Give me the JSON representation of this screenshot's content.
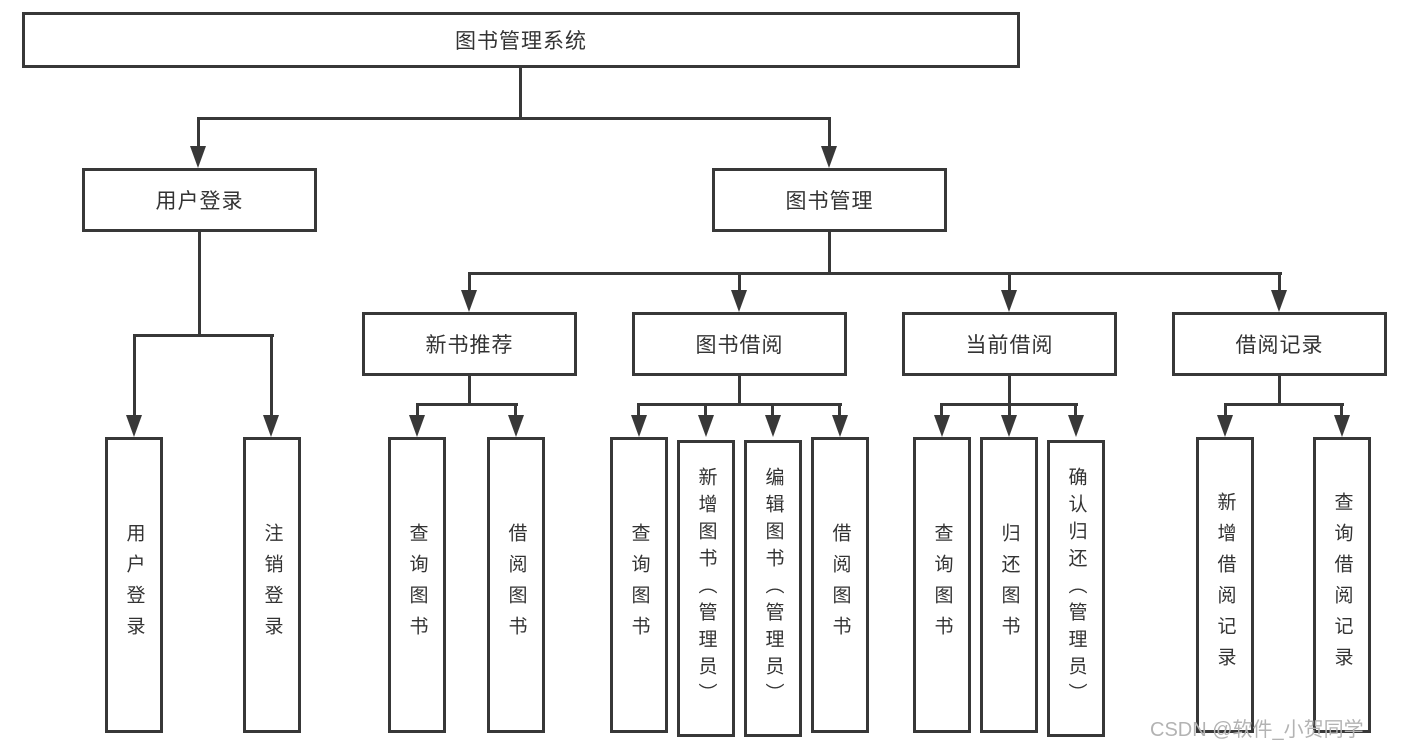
{
  "diagram": {
    "title": "图书管理系统",
    "watermark": "CSDN @软件_小贺同学",
    "colors": {
      "line": "#383838",
      "text": "#333333",
      "box_background": "#ffffff",
      "background": "#ffffff",
      "watermark": "#b3b3b3"
    },
    "nodes": {
      "root": {
        "label": "图书管理系统"
      },
      "user_login": {
        "label": "用户登录",
        "children": [
          {
            "label": "用户登录"
          },
          {
            "label": "注销登录"
          }
        ]
      },
      "book_management": {
        "label": "图书管理"
      },
      "new_book_recommend": {
        "label": "新书推荐",
        "children": [
          {
            "label": "查询图书"
          },
          {
            "label": "借阅图书"
          }
        ]
      },
      "book_borrowing": {
        "label": "图书借阅",
        "children": [
          {
            "label": "查询图书"
          },
          {
            "label": "新增图书（管理员）"
          },
          {
            "label": "编辑图书（管理员）"
          },
          {
            "label": "借阅图书"
          }
        ]
      },
      "current_borrowing": {
        "label": "当前借阅",
        "children": [
          {
            "label": "查询图书"
          },
          {
            "label": "归还图书"
          },
          {
            "label": "确认归还（管理员）"
          }
        ]
      },
      "borrowing_records": {
        "label": "借阅记录",
        "children": [
          {
            "label": "新增借阅记录"
          },
          {
            "label": "查询借阅记录"
          }
        ]
      }
    }
  }
}
